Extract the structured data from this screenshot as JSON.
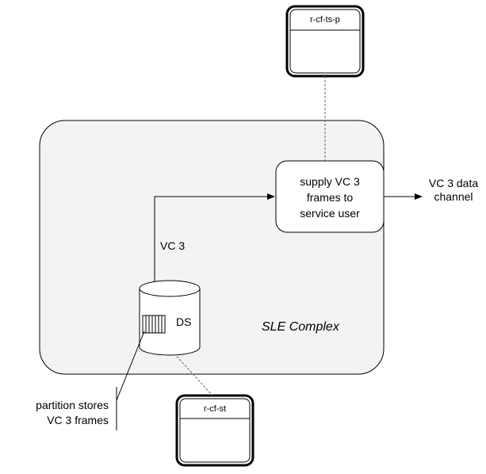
{
  "diagram": {
    "complex_label": "SLE Complex",
    "process_lines": [
      "supply VC 3",
      "frames to",
      "service user"
    ],
    "output_label_lines": [
      "VC 3 data",
      "channel"
    ],
    "input_label": "VC 3",
    "store_label": "DS",
    "partition_note_lines": [
      "partition stores",
      "VC 3 frames"
    ],
    "resource_top": "r-cf-ts-p",
    "resource_bottom": "r-cf-st"
  },
  "colors": {
    "complex_fill": "#f3f3f3",
    "stroke": "#000000",
    "dashed": "#666666"
  }
}
